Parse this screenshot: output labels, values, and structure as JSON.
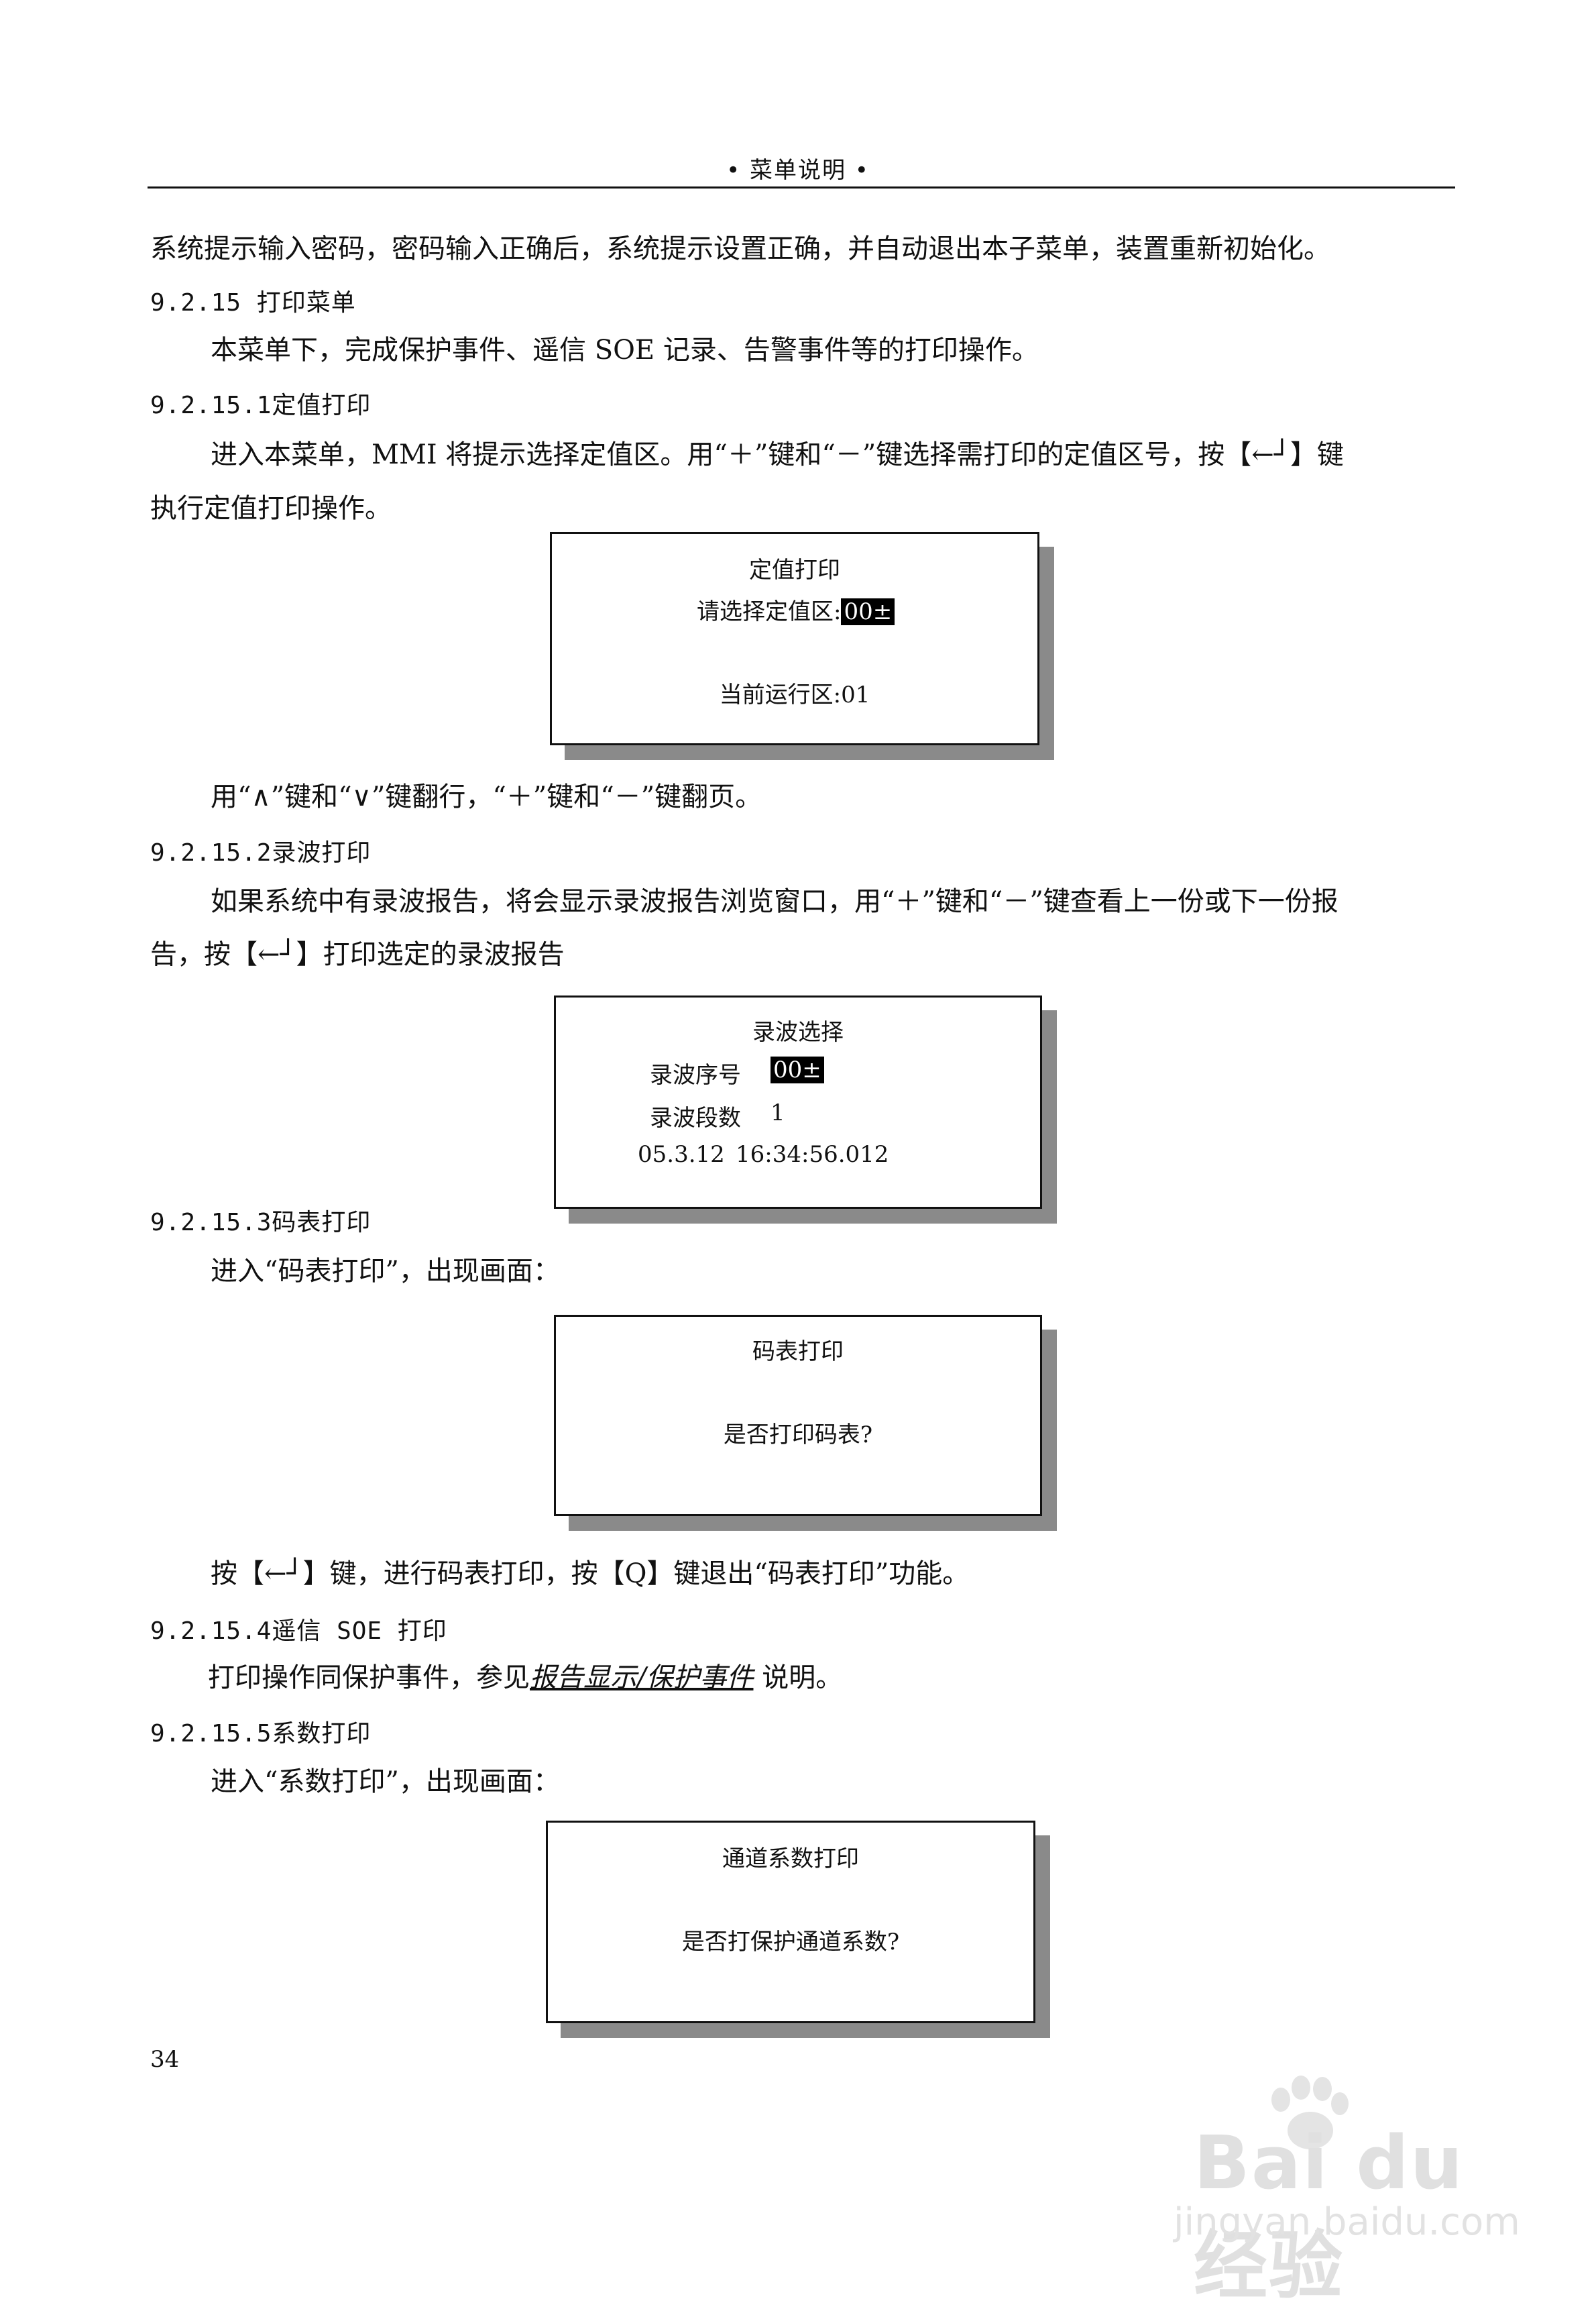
{
  "header": {
    "title": "• 菜单说明 •"
  },
  "content": {
    "p1": "系统提示输入密码，密码输入正确后，系统提示设置正确，并自动退出本子菜单，装置重新初始化。",
    "h_9_2_15": "9.2.15 打印菜单",
    "p2": "本菜单下，完成保护事件、遥信 SOE 记录、告警事件等的打印操作。",
    "h_9_2_15_1": "9.2.15.1定值打印",
    "p3a": "进入本菜单，MMI 将提示选择定值区。用“＋”键和“－”键选择需打印的定值区号，按【←┘】键",
    "p3b": "执行定值打印操作。",
    "p4": "用“∧”键和“∨”键翻行，“＋”键和“－”键翻页。",
    "h_9_2_15_2": "9.2.15.2录波打印",
    "p5a": "如果系统中有录波报告，将会显示录波报告浏览窗口，用“＋”键和“－”键查看上一份或下一份报",
    "p5b": "告，按【←┘】打印选定的录波报告",
    "h_9_2_15_3": "9.2.15.3码表打印",
    "p6": "进入“码表打印”，出现画面：",
    "p7": "按【←┘】键，进行码表打印，按【Q】键退出“码表打印”功能。",
    "h_9_2_15_4": "9.2.15.4遥信 SOE 打印",
    "p8_pre": "打印操作同保护事件，参见",
    "p8_link": "报告显示/保护事件",
    "p8_post": " 说明。",
    "h_9_2_15_5": "9.2.15.5系数打印",
    "p9": "进入“系数打印”，出现画面："
  },
  "panels": {
    "setting_print": {
      "title": "定值打印",
      "prompt": "请选择定值区:",
      "value": "00±",
      "current": "当前运行区:01"
    },
    "wave_select": {
      "title": "录波选择",
      "seq_label": "录波序号",
      "seq_value": "00±",
      "seg_label": "录波段数",
      "seg_value": "1",
      "date": "05.3.12",
      "time": "16:34:56.012"
    },
    "code_print": {
      "title": "码表打印",
      "question": "是否打印码表?"
    },
    "coef_print": {
      "title": "通道系数打印",
      "question": "是否打保护通道系数?"
    }
  },
  "footer": {
    "page_number": "34"
  },
  "watermark": {
    "brand": "Bai du 经验",
    "url": "jingyan.baidu.com"
  }
}
